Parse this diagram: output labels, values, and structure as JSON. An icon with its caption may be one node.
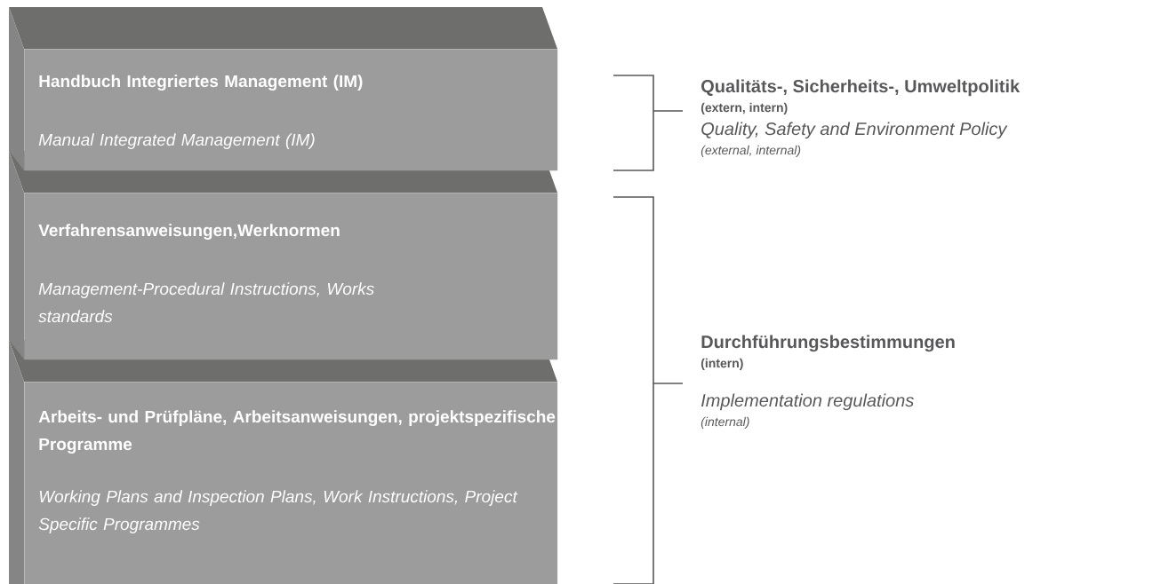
{
  "diagram": {
    "nodes": [
      {
        "text": [
          "Handbuch Integriertes Management (IM)",
          "Manual Integrated Management (IM)"
        ]
      },
      {
        "text": [
          "Verfahrensanweisungen,Werknormen",
          "Management-Procedural Instructions, Works standards"
        ]
      },
      {
        "text": [
          "Arbeits- und Prüfpläne, Arbeitsanweisungen, projektspezifische Programme",
          "Working Plans and Inspection Plans, Work Instructions, Project Specific Programmes"
        ]
      }
    ],
    "labels": [
      "Qualitäts-, Sicherheits-, Umweltpolitik",
      "(extern, intern)",
      "Quality, Safety and Environment Policy",
      "(external, internal)",
      "Durchführungsbestimmungen",
      "(intern)",
      "Implementation regulations",
      "(internal)"
    ]
  }
}
